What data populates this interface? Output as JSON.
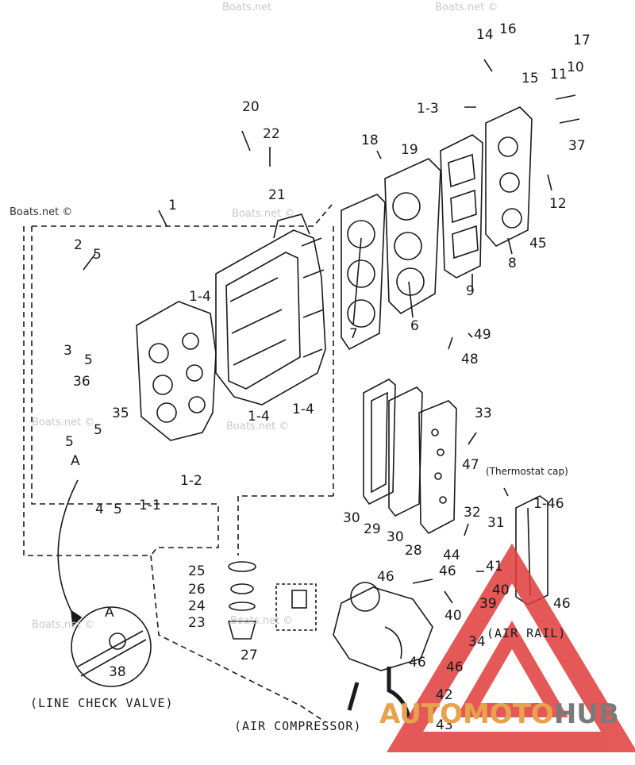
{
  "watermarks": [
    "Boats.net",
    "Boats.net ©",
    "Boats.net ©",
    "Boats.net ©",
    "Boats.net ©",
    "Boats.net ©",
    "Boats.net ©",
    "Boats.net ©"
  ],
  "callouts": [
    {
      "id": "c1",
      "text": "1"
    },
    {
      "id": "c2",
      "text": "2"
    },
    {
      "id": "c3",
      "text": "3"
    },
    {
      "id": "c5a",
      "text": "5"
    },
    {
      "id": "c5b",
      "text": "5"
    },
    {
      "id": "c5c",
      "text": "5"
    },
    {
      "id": "c5d",
      "text": "5"
    },
    {
      "id": "c5e",
      "text": "5"
    },
    {
      "id": "c14a",
      "text": "1-4"
    },
    {
      "id": "c14b",
      "text": "1-4"
    },
    {
      "id": "c14c",
      "text": "1-4"
    },
    {
      "id": "c13",
      "text": "1-3"
    },
    {
      "id": "c12",
      "text": "1-2"
    },
    {
      "id": "c11",
      "text": "1-1"
    },
    {
      "id": "c4",
      "text": "4"
    },
    {
      "id": "c6",
      "text": "6"
    },
    {
      "id": "c7",
      "text": "7"
    },
    {
      "id": "c8",
      "text": "8"
    },
    {
      "id": "c9",
      "text": "9"
    },
    {
      "id": "c10",
      "text": "10"
    },
    {
      "id": "c11b",
      "text": "11"
    },
    {
      "id": "c12b",
      "text": "12"
    },
    {
      "id": "c14",
      "text": "14"
    },
    {
      "id": "c15",
      "text": "15"
    },
    {
      "id": "c16",
      "text": "16"
    },
    {
      "id": "c17",
      "text": "17"
    },
    {
      "id": "c18",
      "text": "18"
    },
    {
      "id": "c19",
      "text": "19"
    },
    {
      "id": "c20",
      "text": "20"
    },
    {
      "id": "c21",
      "text": "21"
    },
    {
      "id": "c22",
      "text": "22"
    },
    {
      "id": "c23",
      "text": "23"
    },
    {
      "id": "c24",
      "text": "24"
    },
    {
      "id": "c25",
      "text": "25"
    },
    {
      "id": "c26",
      "text": "26"
    },
    {
      "id": "c27",
      "text": "27"
    },
    {
      "id": "c28",
      "text": "28"
    },
    {
      "id": "c29",
      "text": "29"
    },
    {
      "id": "c30a",
      "text": "30"
    },
    {
      "id": "c30b",
      "text": "30"
    },
    {
      "id": "c31",
      "text": "31"
    },
    {
      "id": "c32",
      "text": "32"
    },
    {
      "id": "c33",
      "text": "33"
    },
    {
      "id": "c34",
      "text": "34"
    },
    {
      "id": "c35",
      "text": "35"
    },
    {
      "id": "c36",
      "text": "36"
    },
    {
      "id": "c37",
      "text": "37"
    },
    {
      "id": "c38",
      "text": "38"
    },
    {
      "id": "c39",
      "text": "39"
    },
    {
      "id": "c40a",
      "text": "40"
    },
    {
      "id": "c40b",
      "text": "40"
    },
    {
      "id": "c41",
      "text": "41"
    },
    {
      "id": "c42",
      "text": "42"
    },
    {
      "id": "c43",
      "text": "43"
    },
    {
      "id": "c44",
      "text": "44"
    },
    {
      "id": "c45",
      "text": "45"
    },
    {
      "id": "c46a",
      "text": "1-46"
    },
    {
      "id": "c46b",
      "text": "46"
    },
    {
      "id": "c46c",
      "text": "46"
    },
    {
      "id": "c46d",
      "text": "46"
    },
    {
      "id": "c46e",
      "text": "46"
    },
    {
      "id": "c46f",
      "text": "46"
    },
    {
      "id": "c47",
      "text": "47"
    },
    {
      "id": "c48",
      "text": "48"
    },
    {
      "id": "c49",
      "text": "49"
    },
    {
      "id": "cA1",
      "text": "A"
    },
    {
      "id": "cA2",
      "text": "A"
    }
  ],
  "captions": {
    "line_check_valve": "(LINE CHECK VALVE)",
    "air_compressor": "(AIR COMPRESSOR)",
    "air_rail": "(AIR RAIL)",
    "thermostat_cap": "(Thermostat cap)"
  },
  "brand": {
    "part1": "AUTOMOTO",
    "part2": "HUB",
    "color1": "#e6a24c",
    "color2": "#7a7a7a",
    "logo_color": "#e03c3c"
  }
}
